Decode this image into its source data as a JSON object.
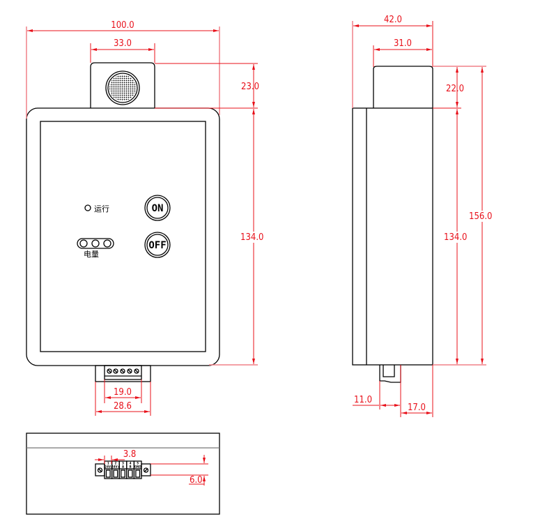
{
  "colors": {
    "dimension": "#e8101a",
    "outline": "#000000",
    "background": "#ffffff"
  },
  "front_view": {
    "dims": {
      "overall_width": "100.0",
      "sensor_width": "33.0",
      "sensor_height": "23.0",
      "body_height": "134.0",
      "terminal_inner": "19.0",
      "terminal_outer": "28.6"
    },
    "labels": {
      "run_indicator": "运行",
      "battery": "电量",
      "on_button": "ON",
      "off_button": "OFF"
    }
  },
  "side_view": {
    "dims": {
      "overall_depth": "42.0",
      "sensor_depth": "31.0",
      "sensor_height": "22.0",
      "total_height": "156.0",
      "body_height": "134.0",
      "terminal_offset": "11.0",
      "terminal_depth": "17.0"
    }
  },
  "bottom_view": {
    "dims": {
      "pitch": "3.8",
      "terminal_height": "6.0"
    },
    "terminals": [
      {
        "num": "1",
        "label": "24V-"
      },
      {
        "num": "2",
        "label": "24V+"
      },
      {
        "num": "3",
        "label": "A"
      },
      {
        "num": "4",
        "label": "B"
      },
      {
        "num": "5",
        "label": "GND"
      }
    ]
  }
}
